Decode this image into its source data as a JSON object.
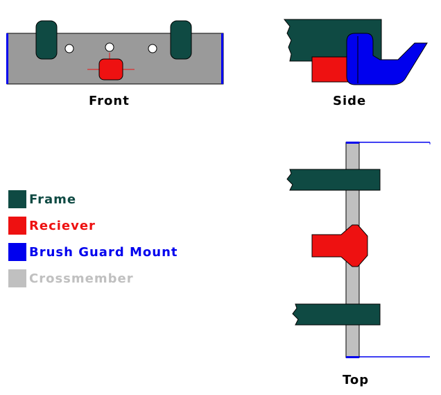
{
  "colors": {
    "frame": "#0f4a43",
    "receiver": "#ee1111",
    "brush_guard_mount": "#0000ee",
    "crossmember": "#c0c0c0",
    "crossmember_dark": "#9a9a9a",
    "outline": "#000000"
  },
  "views": {
    "front": "Front",
    "side": "Side",
    "top": "Top"
  },
  "legend": [
    {
      "label": "Frame",
      "color": "#0f4a43"
    },
    {
      "label": "Reciever",
      "color": "#ee1111"
    },
    {
      "label": "Brush Guard Mount",
      "color": "#0000ee"
    },
    {
      "label": "Crossmember",
      "color": "#c0c0c0"
    }
  ]
}
